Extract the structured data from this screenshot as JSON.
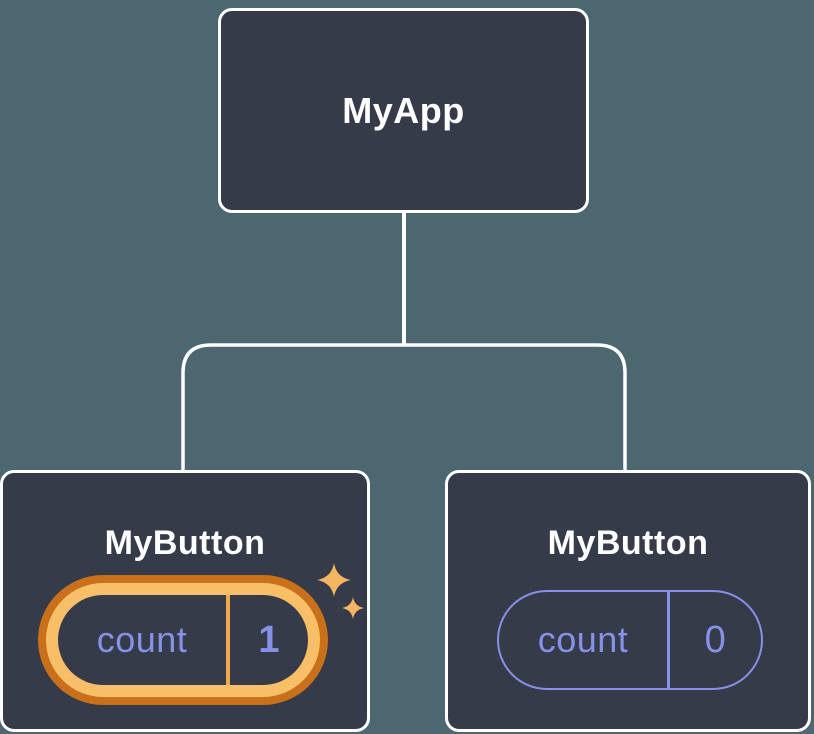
{
  "diagram": {
    "description": "React component tree diagram: parent component with two child button components holding independent state",
    "root": {
      "label": "MyApp"
    },
    "children": [
      {
        "label": "MyButton",
        "state": {
          "name": "count",
          "value": "1"
        },
        "highlighted": true,
        "decoration": "sparkles-icon"
      },
      {
        "label": "MyButton",
        "state": {
          "name": "count",
          "value": "0"
        },
        "highlighted": false,
        "decoration": null
      }
    ]
  },
  "colors": {
    "bg": "#4c6770",
    "card_bg": "#353b48",
    "line": "#ffffff",
    "purple": "#8691e8",
    "ring_outer": "#c9701a",
    "ring_inner": "#f8bf68",
    "divider_gold": "#f0a94f",
    "sparkle": "#f4b662"
  }
}
